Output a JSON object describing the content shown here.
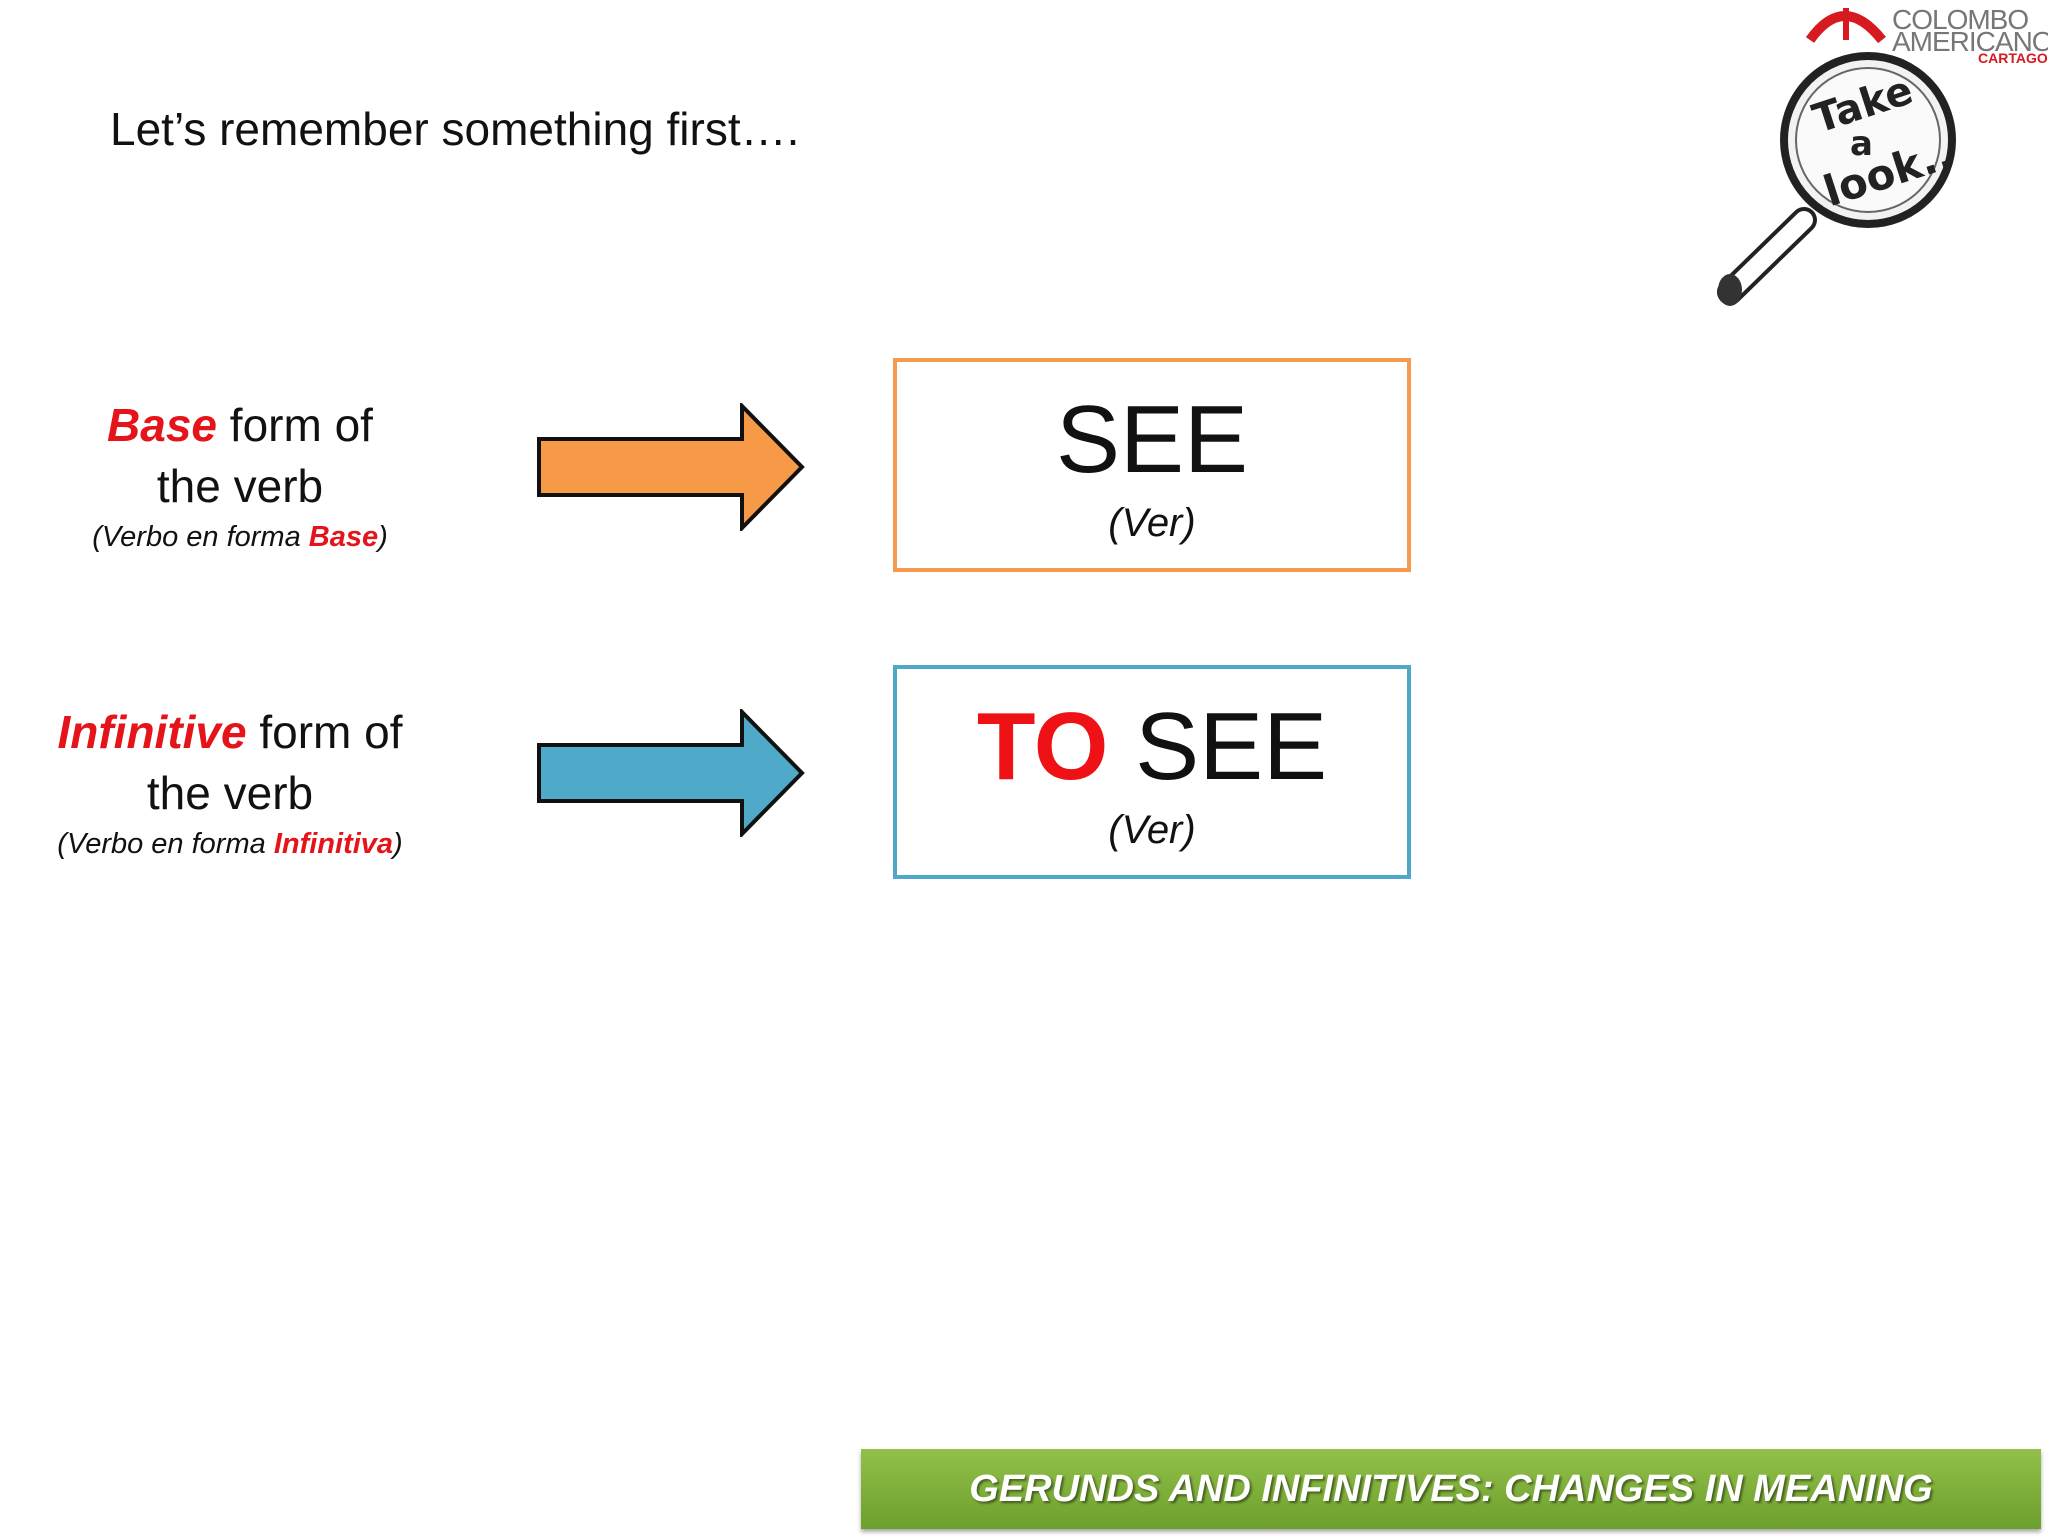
{
  "intro_text": "Let’s remember something first….",
  "logo": {
    "line1": "COLOMBO",
    "line2": "AMERICANO",
    "line3": "CARTAGO",
    "brand_color": "#d71920"
  },
  "magnifier": {
    "word1": "Take",
    "word2": "a",
    "word3": "look.."
  },
  "rows": [
    {
      "label_emphasis": "Base",
      "label_rest_line1": " form of",
      "label_line2": "the verb",
      "sub_prefix": "(Verbo en forma ",
      "sub_emphasis": "Base",
      "sub_suffix": ")",
      "arrow_color": "#f79a48",
      "box_border_color": "#f59a4e",
      "box_prefix": "",
      "box_word": "SEE",
      "box_gloss": "(Ver)"
    },
    {
      "label_emphasis": "Infinitive",
      "label_rest_line1": " form of",
      "label_line2": "the verb",
      "sub_prefix": "(Verbo en forma ",
      "sub_emphasis": "Infinitiva",
      "sub_suffix": ")",
      "arrow_color": "#4faac9",
      "box_border_color": "#4fa8c9",
      "box_prefix": "TO",
      "box_word": "SEE",
      "box_gloss": "(Ver)"
    }
  ],
  "footer": {
    "title": "GERUNDS AND INFINITIVES: CHANGES IN MEANING",
    "color": "#7fb03a"
  },
  "accent_red": "#e5141b"
}
